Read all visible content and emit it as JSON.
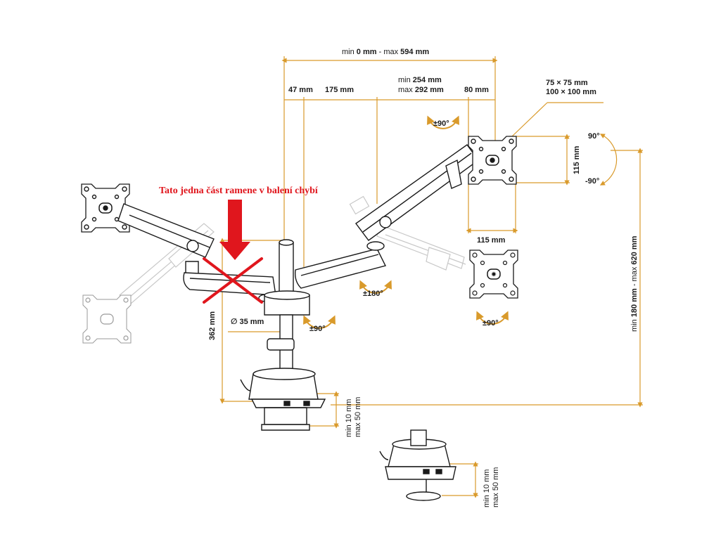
{
  "warning": {
    "text": "Tato jedna část ramene v balení chybí",
    "color": "#e0161d"
  },
  "dimensions": {
    "reach": {
      "min_prefix": "min",
      "min_value": "0 mm",
      "sep": " - ",
      "max_prefix": "max",
      "max_value": "594 mm"
    },
    "seg_47": "47 mm",
    "seg_175": "175 mm",
    "seg_min": {
      "prefix": "min",
      "value": "254 mm"
    },
    "seg_max": {
      "prefix": "max",
      "value": "292 mm"
    },
    "seg_80": "80 mm",
    "vesa_1": "75 × 75 mm",
    "vesa_2": "100 × 100 mm",
    "h_115": "115 mm",
    "w_115": "115 mm",
    "tilt_up": "90°",
    "tilt_down": "-90°",
    "height_range": {
      "min_prefix": "min",
      "min_value": "180 mm",
      "sep": " - ",
      "max_prefix": "max",
      "max_value": "620 mm"
    },
    "pole_height": "362 mm",
    "pole_diameter": "∅ 35 mm",
    "clamp_a": {
      "min": "min 10 mm",
      "max": "max 50 mm"
    },
    "clamp_b": {
      "min": "min 10 mm",
      "max": "max 50 mm"
    }
  },
  "rotations": {
    "head_top": "±90°",
    "arm_joint": "±180°",
    "base_joint": "±90°",
    "head_bottom": "±90°"
  },
  "colors": {
    "accent": "#d99a2b",
    "line": "#1a1a1a",
    "ghost": "#c8c8c8",
    "warning": "#e0161d"
  },
  "icons": [
    "monitor-mount-plate-icon",
    "gas-spring-arm-icon",
    "desk-clamp-icon",
    "grommet-mount-icon",
    "cross-mark-icon",
    "down-arrow-icon",
    "rotation-arrow-icon"
  ]
}
